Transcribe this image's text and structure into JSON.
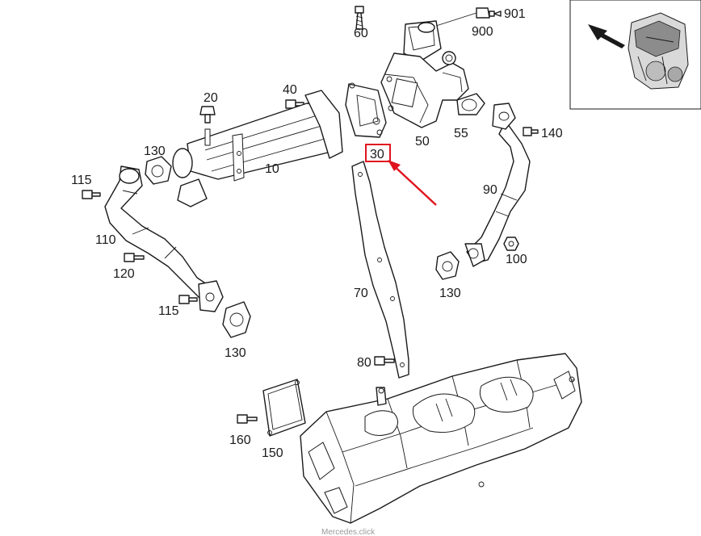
{
  "diagram": {
    "labels": {
      "l60": "60",
      "l900": "900",
      "l901": "901",
      "l40": "40",
      "l20": "20",
      "l130a": "130",
      "l115a": "115",
      "l10": "10",
      "l110": "110",
      "l120": "120",
      "l115b": "115",
      "l130b": "130",
      "l50": "50",
      "l55": "55",
      "l140": "140",
      "l90": "90",
      "l100": "100",
      "l130c": "130",
      "l30": "30",
      "l70": "70",
      "l80": "80",
      "l160": "160",
      "l150": "150"
    },
    "highlight": {
      "part": "30",
      "color": "#e0141e"
    },
    "watermark": "Mercedes.click"
  }
}
